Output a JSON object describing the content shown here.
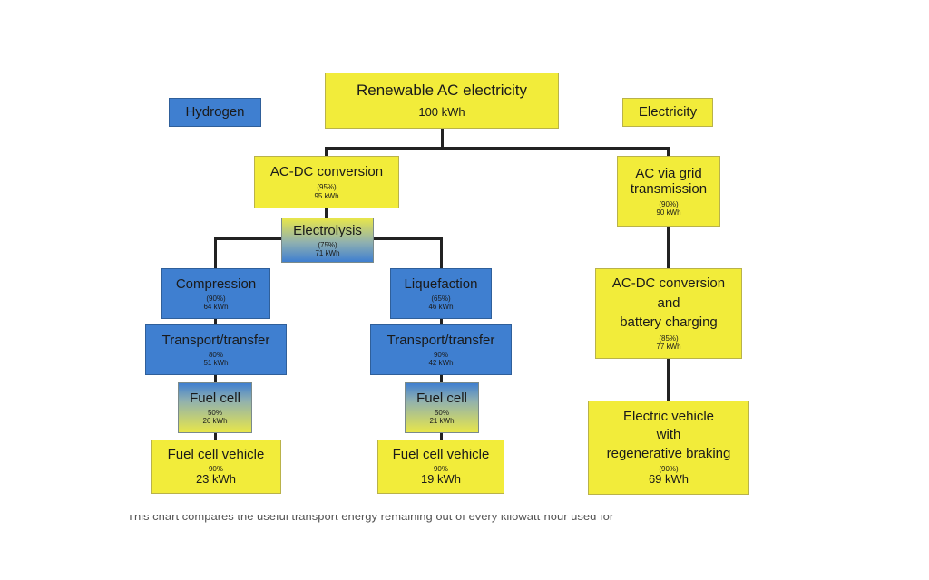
{
  "legend": {
    "hydrogen": "Hydrogen",
    "electricity": "Electricity"
  },
  "root": {
    "label": "Renewable AC electricity",
    "kwh": "100 kWh"
  },
  "hydrogen": {
    "acdc": {
      "label": "AC-DC conversion",
      "eff": "(95%)",
      "kwh": "95 kWh"
    },
    "electrolysis": {
      "label": "Electrolysis",
      "eff": "(75%)",
      "kwh": "71 kWh"
    },
    "compression_path": {
      "step1": {
        "label": "Compression",
        "eff": "(90%)",
        "kwh": "64 kWh"
      },
      "transport": {
        "label": "Transport/transfer",
        "eff": "80%",
        "kwh": "51 kWh"
      },
      "fuelcell": {
        "label": "Fuel cell",
        "eff": "50%",
        "kwh": "26 kWh"
      },
      "vehicle": {
        "label": "Fuel cell vehicle",
        "eff": "90%",
        "kwh": "23 kWh"
      }
    },
    "liquefaction_path": {
      "step1": {
        "label": "Liquefaction",
        "eff": "(65%)",
        "kwh": "46 kWh"
      },
      "transport": {
        "label": "Transport/transfer",
        "eff": "90%",
        "kwh": "42 kWh"
      },
      "fuelcell": {
        "label": "Fuel cell",
        "eff": "50%",
        "kwh": "21 kWh"
      },
      "vehicle": {
        "label": "Fuel cell vehicle",
        "eff": "90%",
        "kwh": "19 kWh"
      }
    }
  },
  "electricity": {
    "grid": {
      "label_line1": "AC via grid",
      "label_line2": "transmission",
      "eff": "(90%)",
      "kwh": "90 kWh"
    },
    "charging": {
      "label_line1": "AC-DC conversion",
      "label_line2": "and",
      "label_line3": "battery charging",
      "eff": "(85%)",
      "kwh": "77 kWh"
    },
    "vehicle": {
      "label_line1": "Electric vehicle",
      "label_line2": "with",
      "label_line3": "regenerative braking",
      "eff": "(90%)",
      "kwh": "69 kWh"
    }
  },
  "caption": "This chart compares the useful transport energy remaining out of every kilowatt-hour used for"
}
